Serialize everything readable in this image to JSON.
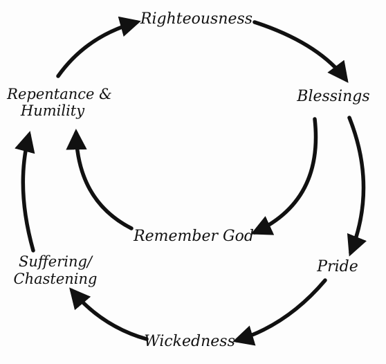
{
  "diagram": {
    "nodes": {
      "righteousness": "Righteousness",
      "blessings": "Blessings",
      "pride": "Pride",
      "wickedness": "Wickedness",
      "suffering": [
        "Suffering/",
        "Chastening"
      ],
      "repentance": [
        "Repentance &",
        "Humility"
      ],
      "remember_god": "Remember God"
    },
    "colors": {
      "ink": "#111111",
      "background": "#fdfdfd"
    }
  }
}
